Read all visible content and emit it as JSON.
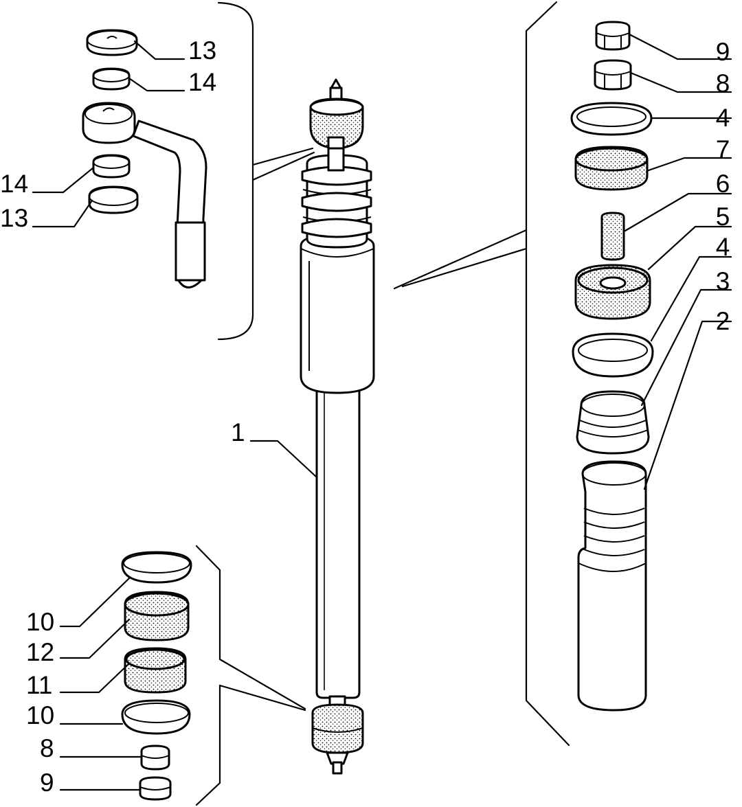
{
  "callouts": {
    "c1": "1",
    "c2": "2",
    "c3": "3",
    "c4_top": "4",
    "c4_mid": "4",
    "c5": "5",
    "c6": "6",
    "c7": "7",
    "c8_top": "8",
    "c9_top": "9",
    "c10_upper": "10",
    "c10_lower": "10",
    "c11": "11",
    "c12": "12",
    "c8_bottom": "8",
    "c9_bottom": "9",
    "c13_upper": "13",
    "c14_upper": "14",
    "c14_lower": "14",
    "c13_lower": "13"
  }
}
